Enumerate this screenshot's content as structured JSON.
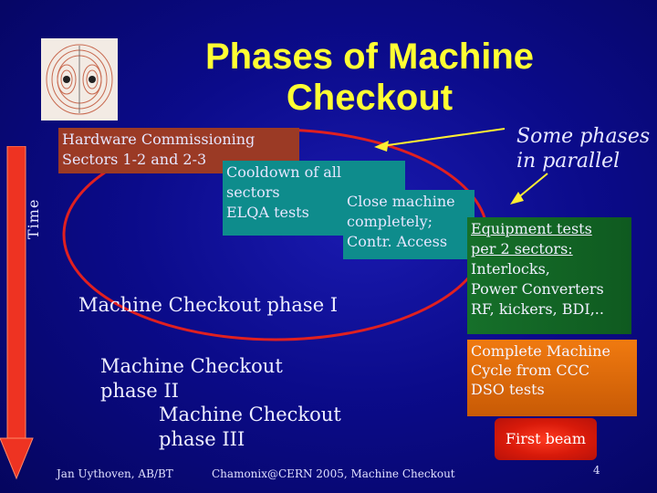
{
  "slide": {
    "title_line1": "Phases of Machine",
    "title_line2": "Checkout",
    "time_label": "Time",
    "annotation_line1": "Some phases",
    "annotation_line2": "in parallel",
    "hw_box": {
      "line1": "Hardware Commissioning",
      "line2": "Sectors 1-2 and 2-3"
    },
    "cooldown_box": {
      "line1": "Cooldown of all",
      "line2": "sectors",
      "line3": "ELQA tests"
    },
    "close_box": {
      "line1": "Close machine",
      "line2": "completely;",
      "line3": "Contr. Access"
    },
    "equipment_box": {
      "line1": "Equipment tests",
      "line2": "per 2 sectors:",
      "line3": "Interlocks,",
      "line4": "Power Converters",
      "line5": "RF, kickers, BDI,.."
    },
    "complete_box": {
      "line1": "Complete Machine",
      "line2": "Cycle from CCC",
      "line3": "DSO tests"
    },
    "beam_box": "First beam",
    "phase1": "Machine Checkout phase I",
    "phase2_line1": "Machine Checkout",
    "phase2_line2": "phase II",
    "phase3_line1": "Machine Checkout",
    "phase3_line2": "phase III",
    "footer_author": "Jan Uythoven, AB/BT",
    "footer_event": "Chamonix@CERN  2005, Machine Checkout",
    "page_number": "4"
  },
  "colors": {
    "background": "#0b0b8a",
    "title": "#ffff33",
    "hw_box": "#9b3a25",
    "cooldown_box": "#0e8c8c",
    "equipment_box": "#16702a",
    "complete_box": "#f07a10",
    "beam_box": "#e01a0a",
    "ellipse": "#e02020",
    "time_arrow": "#ee3322"
  },
  "icons": {
    "logo": "magnet-field-logo-icon",
    "time_arrow": "down-arrow-icon"
  }
}
